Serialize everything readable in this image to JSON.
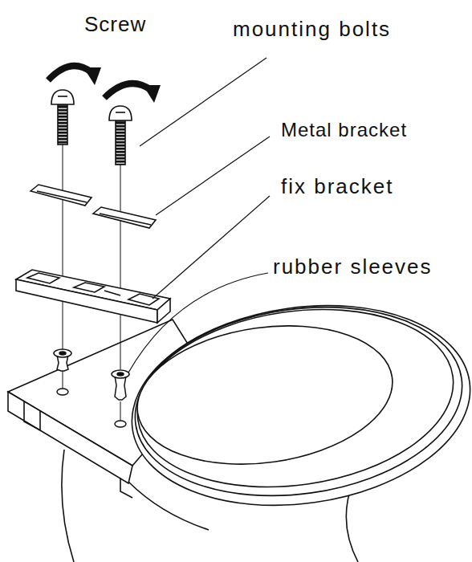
{
  "diagram": {
    "labels": [
      "Screw",
      "mounting bolts",
      "Metal bracket",
      "fix bracket",
      "rubber sleeves"
    ]
  }
}
